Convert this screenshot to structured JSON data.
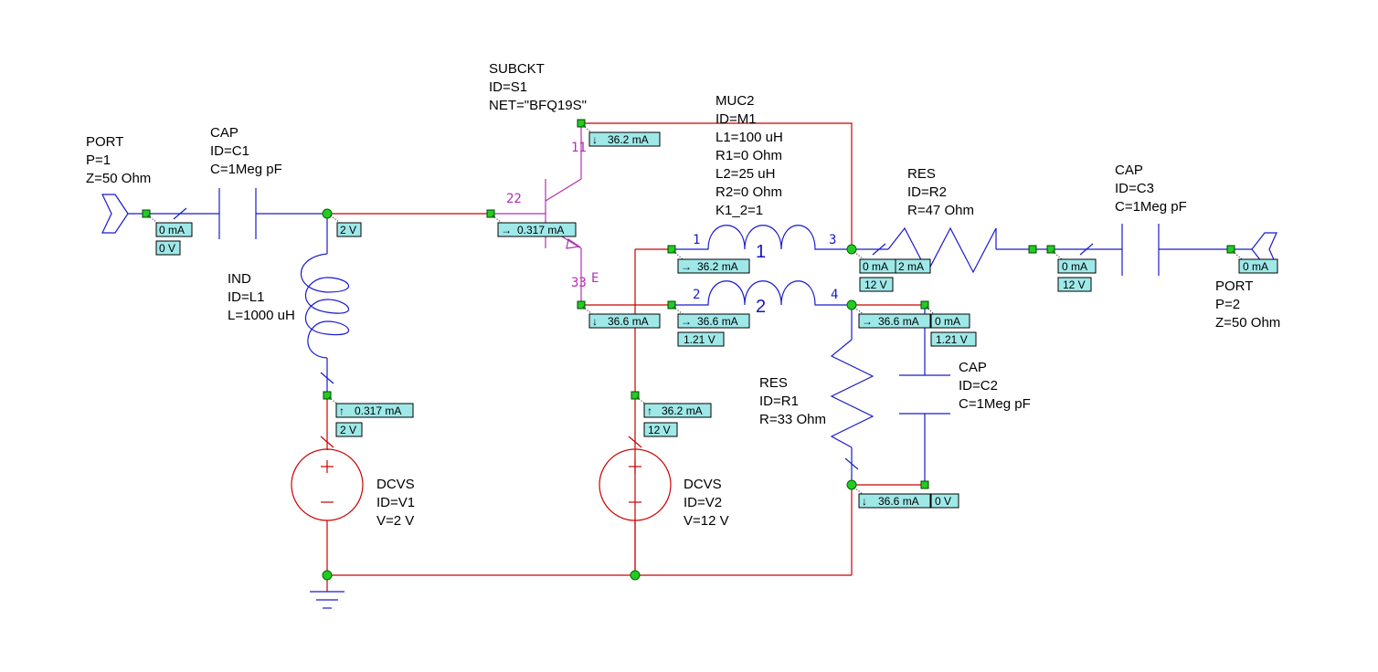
{
  "components": {
    "port1": {
      "type": "PORT",
      "id": "P=1",
      "value": "Z=50 Ohm"
    },
    "c1": {
      "type": "CAP",
      "id": "ID=C1",
      "value": "C=1Meg pF"
    },
    "s1": {
      "type": "SUBCKT",
      "id": "ID=S1",
      "value": "NET=\"BFQ19S\""
    },
    "m1": {
      "type": "MUC2",
      "id": "ID=M1",
      "l1": "L1=100 uH",
      "r1": "R1=0 Ohm",
      "l2": "L2=25 uH",
      "r2": "R2=0 Ohm",
      "k": "K1_2=1"
    },
    "r2": {
      "type": "RES",
      "id": "ID=R2",
      "value": "R=47 Ohm"
    },
    "c3": {
      "type": "CAP",
      "id": "ID=C3",
      "value": "C=1Meg pF"
    },
    "port2": {
      "type": "PORT",
      "id": "P=2",
      "value": "Z=50 Ohm"
    },
    "l1": {
      "type": "IND",
      "id": "ID=L1",
      "value": "L=1000 uH"
    },
    "r1": {
      "type": "RES",
      "id": "ID=R1",
      "value": "R=33 Ohm"
    },
    "c2": {
      "type": "CAP",
      "id": "ID=C2",
      "value": "C=1Meg pF"
    },
    "v1": {
      "type": "DCVS",
      "id": "ID=V1",
      "value": "V=2 V"
    },
    "v2": {
      "type": "DCVS",
      "id": "ID=V2",
      "value": "V=12 V"
    }
  },
  "pins": {
    "s1_base": "22",
    "s1_collector": "11",
    "s1_emitter": "33",
    "s1_e_label": "E",
    "m1_p1": "1",
    "m1_p2": "2",
    "m1_p3": "3",
    "m1_p4": "4",
    "m1_w1": "1",
    "m1_w2": "2"
  },
  "annotations": {
    "port1_i": "0 mA",
    "port1_v": "0 V",
    "base_v": "2 V",
    "base_i": "0.317 mA",
    "collector_i": "36.2 mA",
    "m1p1_i": "36.2 mA",
    "emitter_i": "36.6 mA",
    "m1p2_i": "36.6 mA",
    "m1p2_v": "1.21 V",
    "m1p3_i_left": "0 mA",
    "m1p3_i_right": "2 mA",
    "m1p3_v": "12 V",
    "c3_i": "0 mA",
    "c3_v": "12 V",
    "port2_i": "0 mA",
    "m1p4_i": "36.6 mA",
    "c2_top_i": "0 mA",
    "c2_top_v": "1.21 V",
    "l1_i": "0.317 mA",
    "l1_v": "2 V",
    "v2_i": "36.2 mA",
    "v2_v": "12 V",
    "r1_i": "36.6 mA",
    "c2_bot_v": "0 V"
  },
  "colors": {
    "dc_wire": "#cc0000",
    "rf_wire": "#1a1acc",
    "subckt": "#b030b0",
    "node": "#22cc22",
    "annotation_box": "#9fe8e8"
  }
}
